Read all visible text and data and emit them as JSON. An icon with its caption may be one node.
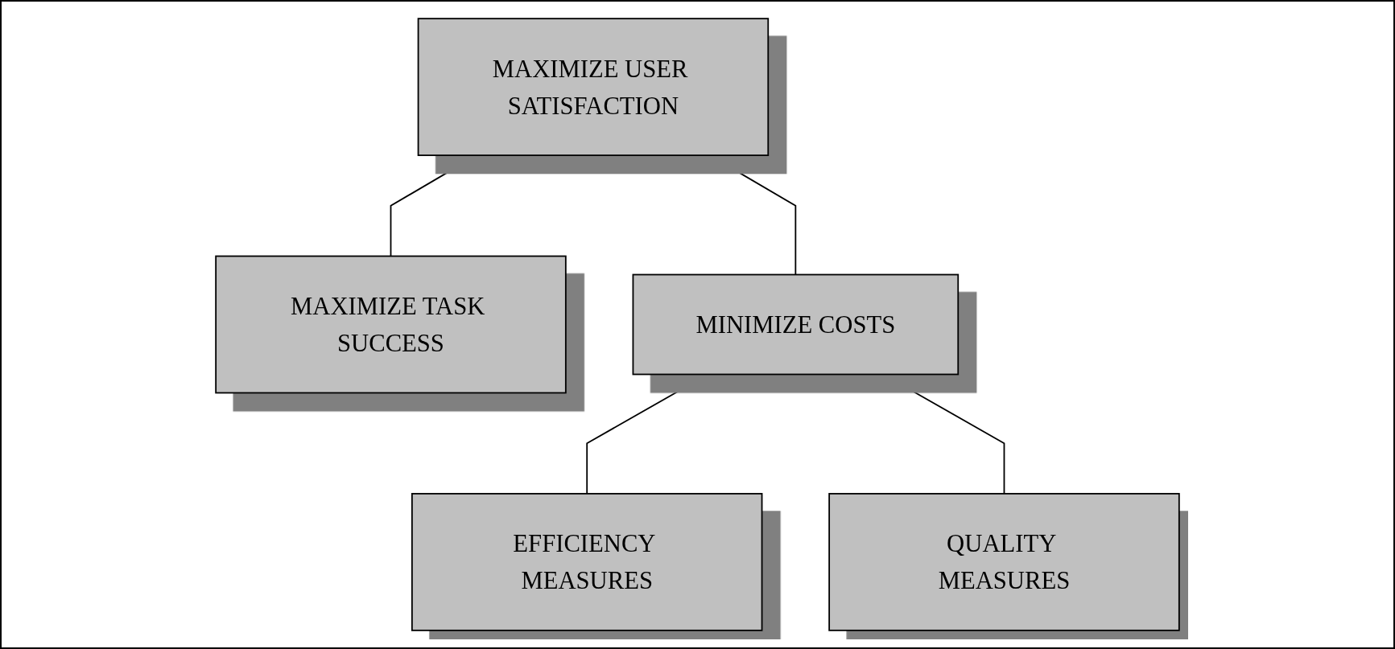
{
  "diagram": {
    "nodes": [
      {
        "text": [
          "MAXIMIZE USER SATISFACTION"
        ]
      },
      {
        "text": [
          "MAXIMIZE TASK SUCCESS"
        ]
      },
      {
        "text": [
          "MINIMIZE COSTS"
        ]
      },
      {
        "text": [
          "EFFICIENCY MEASURES"
        ]
      },
      {
        "text": [
          "QUALITY MEASURES"
        ]
      }
    ],
    "edges": [
      {
        "from": 0,
        "to": 1,
        "arrow": "none"
      },
      {
        "from": 0,
        "to": 2,
        "arrow": "none"
      },
      {
        "from": 2,
        "to": 3,
        "arrow": "none"
      },
      {
        "from": 2,
        "to": 4,
        "arrow": "none"
      }
    ]
  }
}
